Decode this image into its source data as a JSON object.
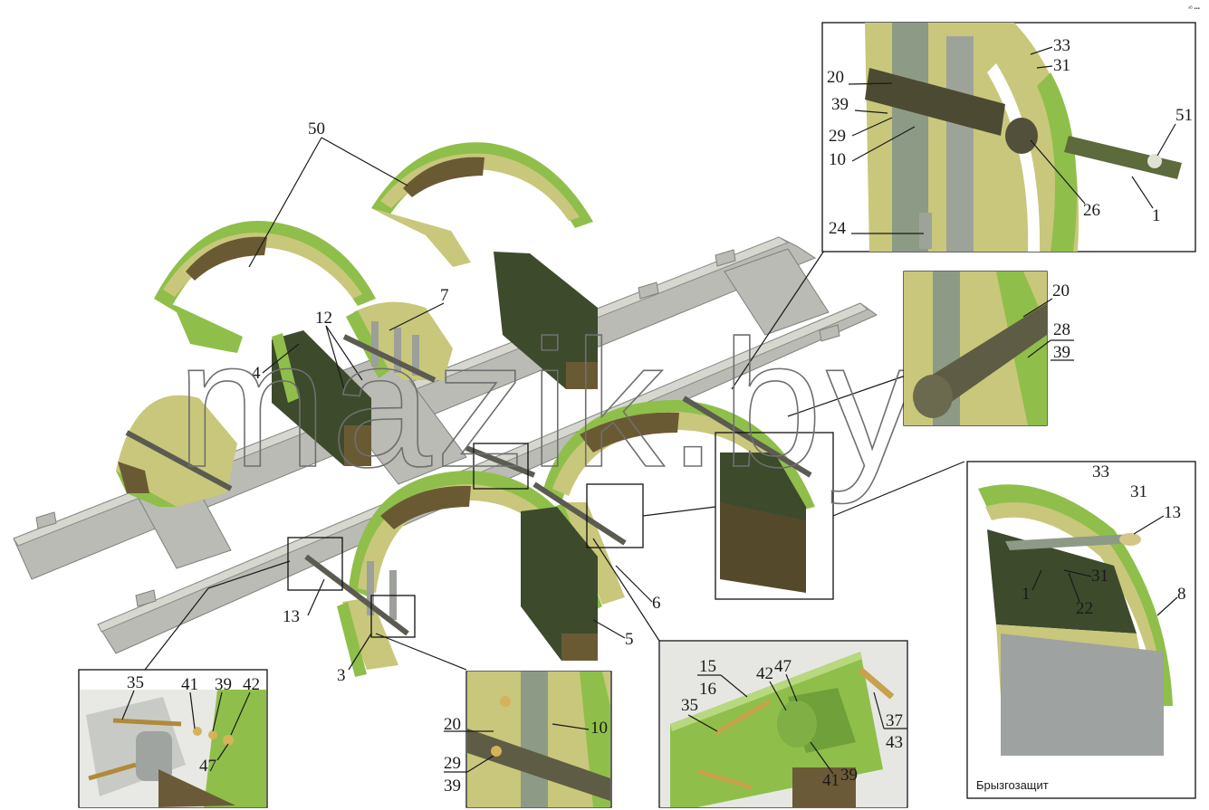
{
  "watermark": "mazik.by",
  "corner_mark": "ᵃᴮ ▪▪▪",
  "caption": "Брызгозащит",
  "main_callouts": [
    "50",
    "7",
    "12",
    "4",
    "13",
    "3",
    "5",
    "6"
  ],
  "inset_top": [
    "33",
    "31",
    "20",
    "39",
    "29",
    "10",
    "26",
    "51",
    "1",
    "24"
  ],
  "inset_mid": [
    "20",
    "28",
    "39"
  ],
  "inset_right": [
    "33",
    "31",
    "13",
    "31",
    "1",
    "22",
    "8"
  ],
  "inset_bl": [
    "35",
    "41",
    "39",
    "42",
    "47"
  ],
  "inset_bc": [
    "20",
    "10",
    "29",
    "39"
  ],
  "inset_br": [
    "15",
    "16",
    "42",
    "47",
    "35",
    "37",
    "43",
    "41",
    "39"
  ]
}
